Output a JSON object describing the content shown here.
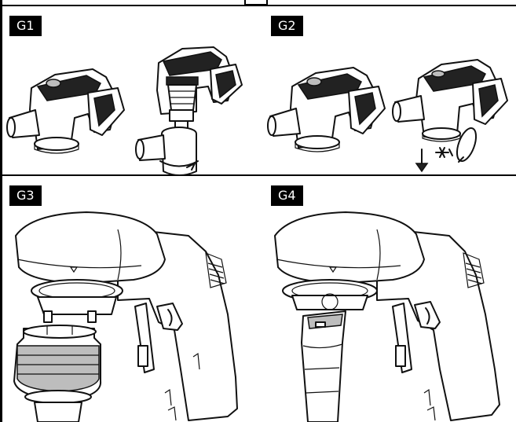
{
  "panels": [
    {
      "label": "G1"
    },
    {
      "label": "G2"
    },
    {
      "label": "G3"
    },
    {
      "label": "G4"
    }
  ]
}
